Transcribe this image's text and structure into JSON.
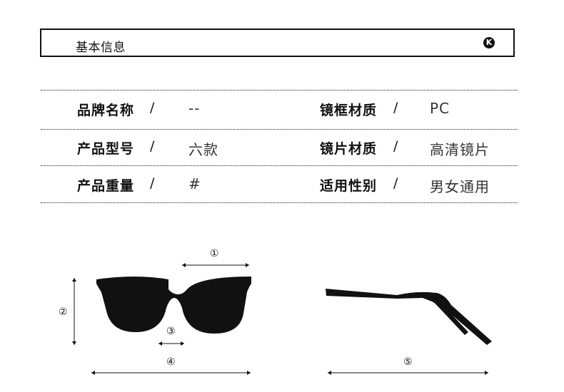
{
  "header": {
    "title": "基本信息",
    "badge": "K"
  },
  "specs": [
    {
      "label": "品牌名称",
      "slash": "/",
      "value": "--",
      "label2": "镜框材质",
      "slash2": "/",
      "value2": "PC"
    },
    {
      "label": "产品型号",
      "slash": "/",
      "value": "六款",
      "label2": "镜片材质",
      "slash2": "/",
      "value2": "高清镜片"
    },
    {
      "label": "产品重量",
      "slash": "/",
      "value": "#",
      "label2": "适用性别",
      "slash2": "/",
      "value2": "男女通用"
    }
  ],
  "dimensions": {
    "d1": "①",
    "d2": "②",
    "d3": "③",
    "d4": "④",
    "d5": "⑤"
  }
}
